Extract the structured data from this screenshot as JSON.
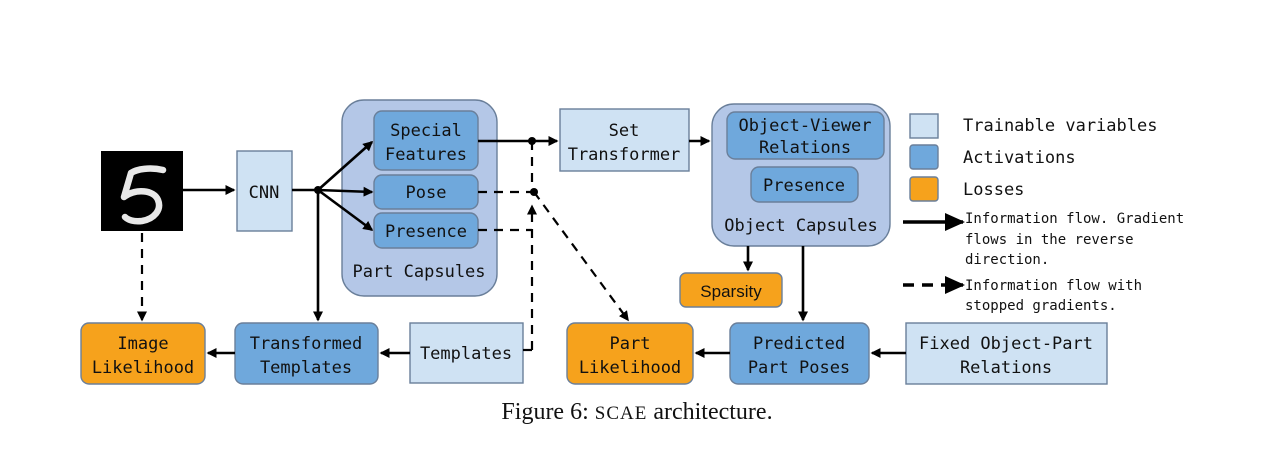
{
  "colors": {
    "trainable": "#cfe2f3",
    "activation": "#6fa8dc",
    "loss": "#f6a21c",
    "capsule_group": "#b4c7e7"
  },
  "input_image": {
    "digit": "5"
  },
  "nodes": {
    "cnn": "CNN",
    "part_capsules": "Part Capsules",
    "special_features": [
      "Special",
      "Features"
    ],
    "pose": "Pose",
    "presence_part": "Presence",
    "set_transformer": [
      "Set",
      "Transformer"
    ],
    "object_capsules": "Object Capsules",
    "object_viewer_relations": [
      "Object-Viewer",
      "Relations"
    ],
    "presence_object": "Presence",
    "sparsity": "Sparsity",
    "image_likelihood": [
      "Image",
      "Likelihood"
    ],
    "transformed_templates": [
      "Transformed",
      "Templates"
    ],
    "templates": "Templates",
    "part_likelihood": [
      "Part",
      "Likelihood"
    ],
    "predicted_part_poses": [
      "Predicted",
      "Part Poses"
    ],
    "fixed_object_part_relations": [
      "Fixed Object-Part",
      "Relations"
    ]
  },
  "legend": {
    "trainable": "Trainable variables",
    "activations": "Activations",
    "losses": "Losses",
    "solid_flow": [
      "Information flow. Gradient",
      "flows in the reverse",
      "direction."
    ],
    "dashed_flow": [
      "Information flow with",
      "stopped gradients."
    ]
  },
  "caption": {
    "prefix": "Figure 6: ",
    "smallcaps": "SCAE",
    "suffix": " architecture."
  }
}
